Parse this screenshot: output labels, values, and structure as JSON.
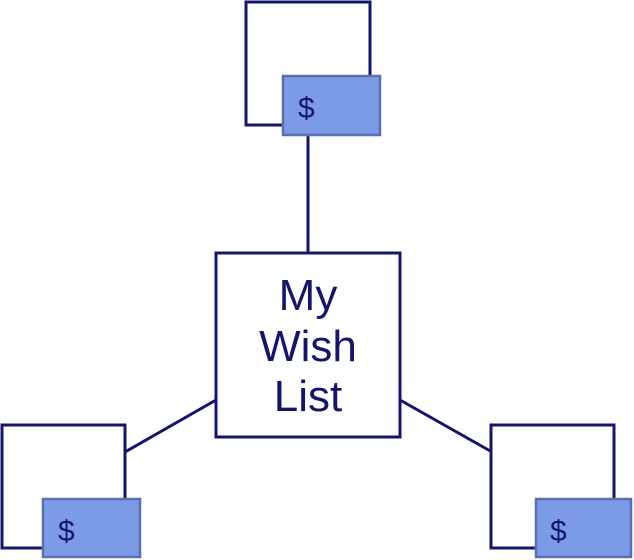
{
  "diagram": {
    "center": {
      "lines": [
        "My",
        "Wish",
        "List"
      ]
    },
    "items": [
      {
        "id": "top",
        "price_symbol": "$"
      },
      {
        "id": "bottom-left",
        "price_symbol": "$"
      },
      {
        "id": "bottom-right",
        "price_symbol": "$"
      }
    ]
  },
  "colors": {
    "stroke": "#14166b",
    "tag_fill": "#7b9be6",
    "tag_stroke": "#5b6fad",
    "background": "#ffffff"
  }
}
